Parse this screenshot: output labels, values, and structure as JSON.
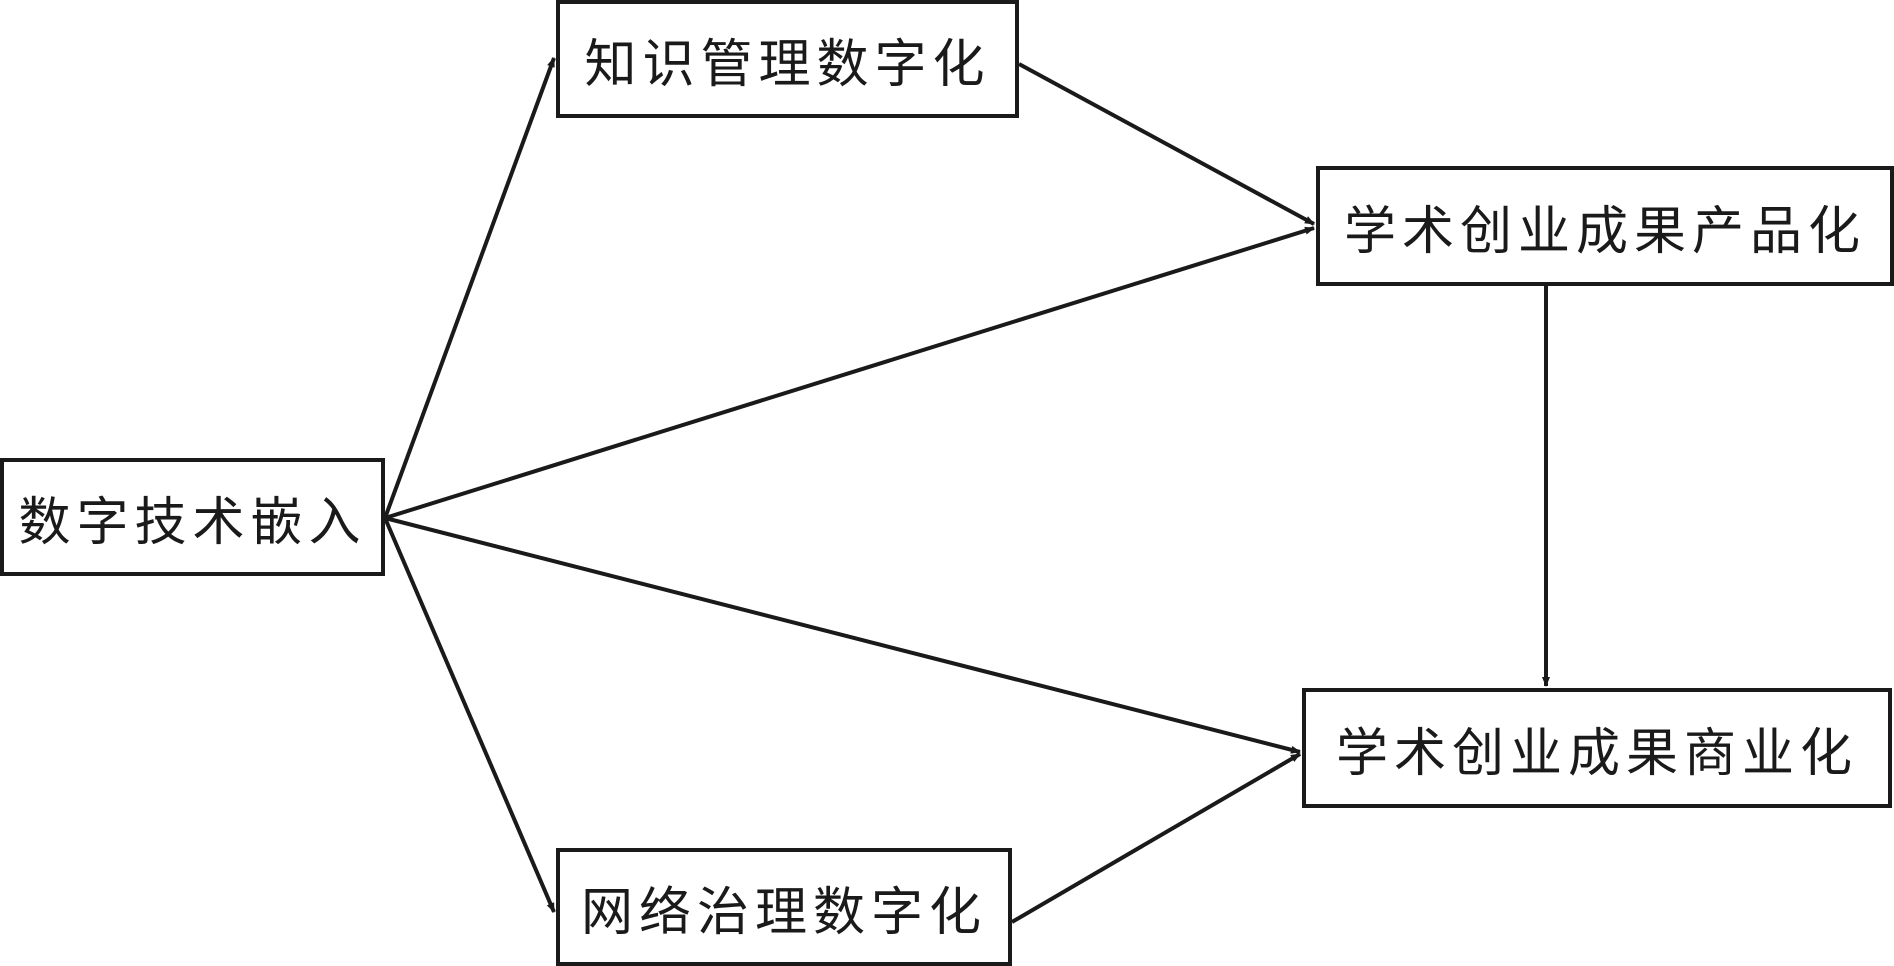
{
  "nodes": {
    "embed": "数字技术嵌入",
    "knowledge": "知识管理数字化",
    "product": "学术创业成果产品化",
    "commerce": "学术创业成果商业化",
    "network": "网络治理数字化"
  },
  "edges": [
    {
      "from": "embed",
      "to": "knowledge"
    },
    {
      "from": "embed",
      "to": "product"
    },
    {
      "from": "embed",
      "to": "commerce"
    },
    {
      "from": "embed",
      "to": "network"
    },
    {
      "from": "knowledge",
      "to": "product"
    },
    {
      "from": "network",
      "to": "commerce"
    },
    {
      "from": "product",
      "to": "commerce"
    }
  ],
  "colors": {
    "line": "#1a1a1a",
    "background": "#ffffff"
  }
}
